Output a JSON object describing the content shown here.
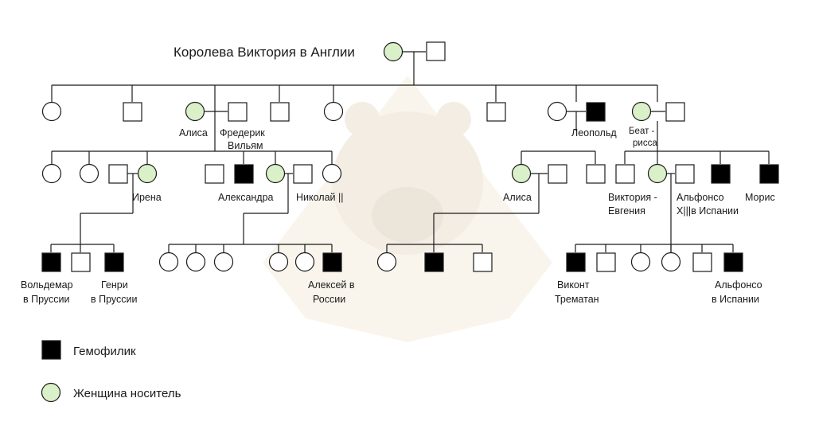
{
  "title": "Королева Виктория в Англии",
  "colors": {
    "carrier_fill": "#d9f0c8",
    "hemophiliac_fill": "#000000",
    "line": "#1a1a1a",
    "watermark": "#f4efe6"
  },
  "people": {
    "alisa_1": "Алиса",
    "frederik": [
      "Фредерик",
      "Вильям"
    ],
    "leopold": "Леопольд",
    "beatrissa": [
      "Беат -",
      "рисса"
    ],
    "irena": "Ирена",
    "aleksandra": "Александра",
    "nikolai": "Николай ||",
    "alisa_2": "Алиса",
    "viktoria_evgenia": [
      "Виктория -",
      "Евгения"
    ],
    "alfonso_xiii": [
      "Альфонсо",
      "X|||в Испании"
    ],
    "moris": "Морис",
    "voldemar": [
      "Вольдемар",
      "в Пруссии"
    ],
    "genri": [
      "Генри",
      "в Пруссии"
    ],
    "aleksei": [
      "Алексей в",
      "России"
    ],
    "vikont": [
      "Виконт",
      "Трематан"
    ],
    "alfonso": [
      "Альфонсо",
      "в Испании"
    ]
  },
  "legend": {
    "hemophiliac": "Гемофилик",
    "carrier": "Женщина носитель"
  }
}
